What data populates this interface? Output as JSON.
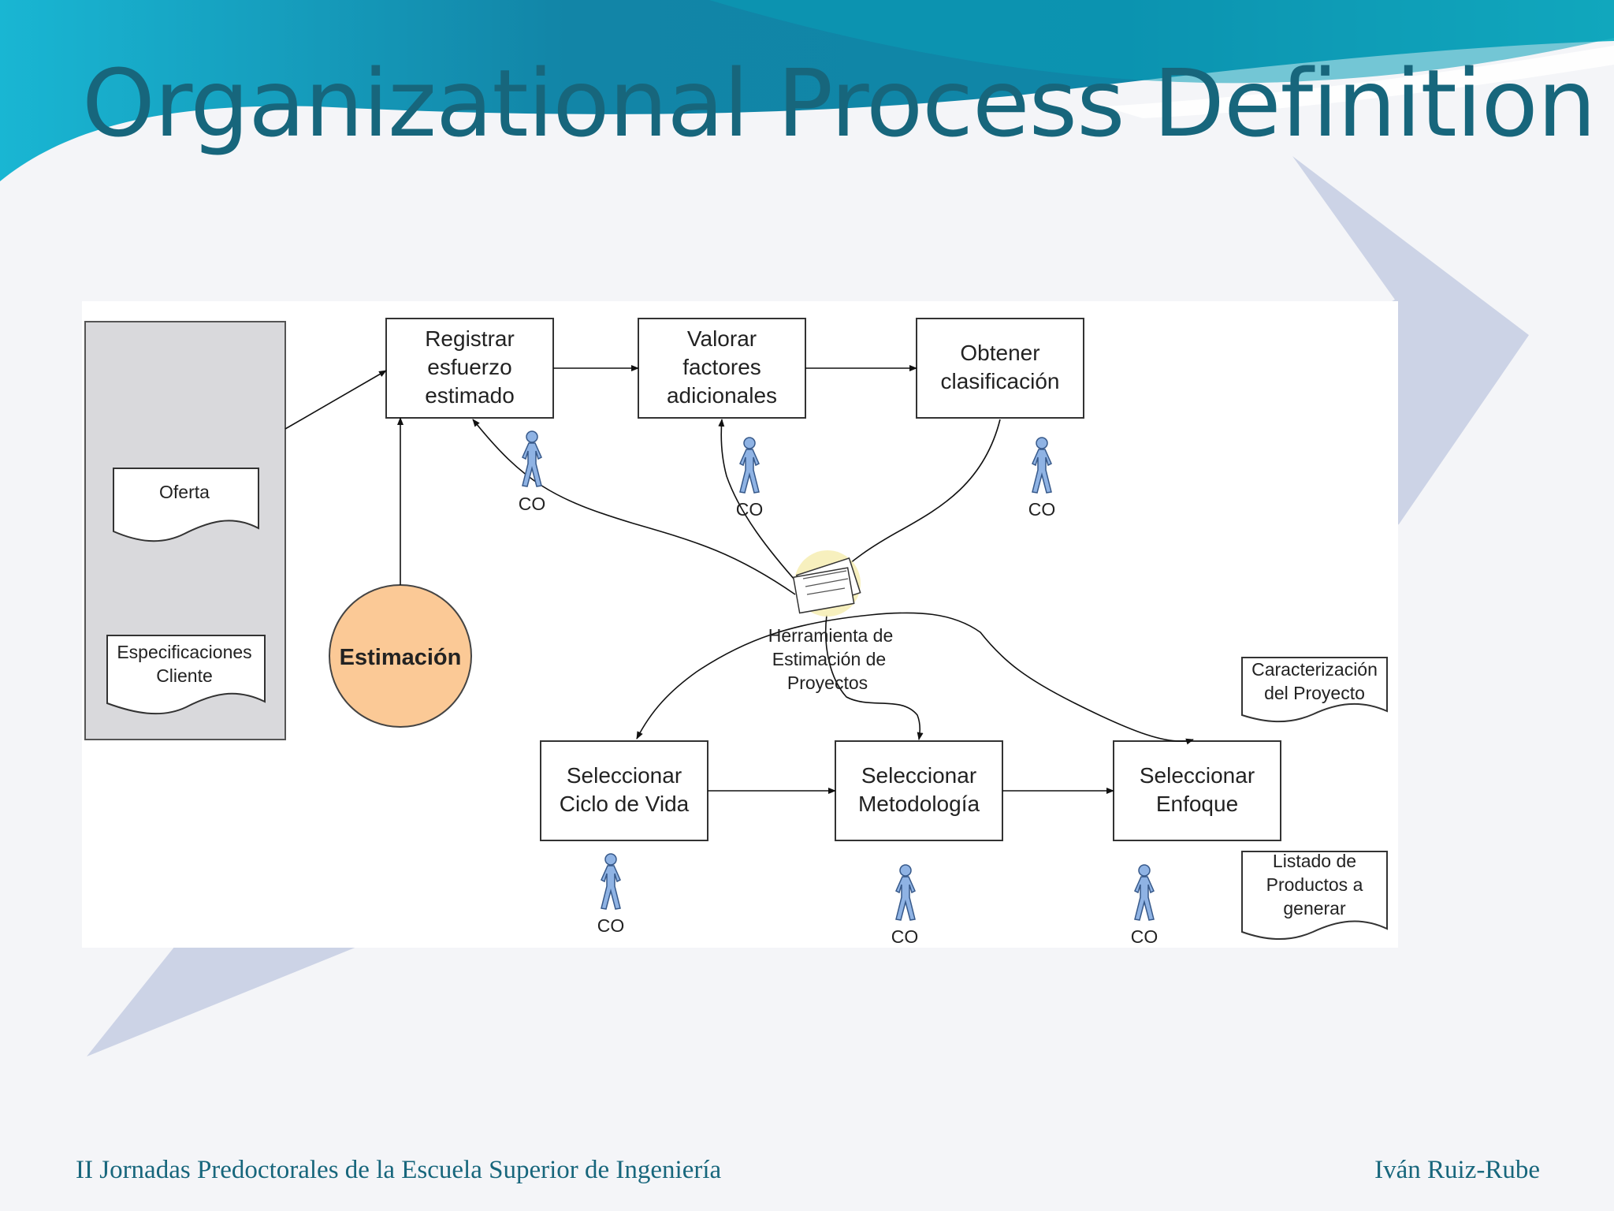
{
  "slide": {
    "title": "Organizational Process Definition",
    "footer_left": "II Jornadas Predoctorales de la Escuela Superior de Ingeniería",
    "footer_right": "Iván Ruiz-Rube"
  },
  "diagram": {
    "boxes": {
      "registrar": [
        "Registrar",
        "esfuerzo",
        "estimado"
      ],
      "valorar": [
        "Valorar",
        "factores",
        "adicionales"
      ],
      "obtener": [
        "Obtener",
        "clasificación"
      ],
      "ciclo": [
        "Seleccionar",
        "Ciclo de Vida"
      ],
      "metodologia": [
        "Seleccionar",
        "Metodología"
      ],
      "enfoque": [
        "Seleccionar",
        "Enfoque"
      ]
    },
    "documents": {
      "oferta": [
        "Oferta"
      ],
      "especificaciones": [
        "Especificaciones",
        "Cliente"
      ],
      "caracterizacion": [
        "Caracterización",
        "del Proyecto"
      ],
      "listado": [
        "Listado de",
        "Productos a",
        "generar"
      ]
    },
    "estimacion": "Estimación",
    "tool": [
      "Herramienta de",
      "Estimación de",
      "Proyectos"
    ],
    "role_label": "CO"
  },
  "colors": {
    "title": "#17667c",
    "footer": "#17667c",
    "estimacion_fill": "#fbc996",
    "actor_fill": "#8fb3e4",
    "repository_fill": "#d9d9dc",
    "decor_arrow": "#ccd3e6"
  }
}
